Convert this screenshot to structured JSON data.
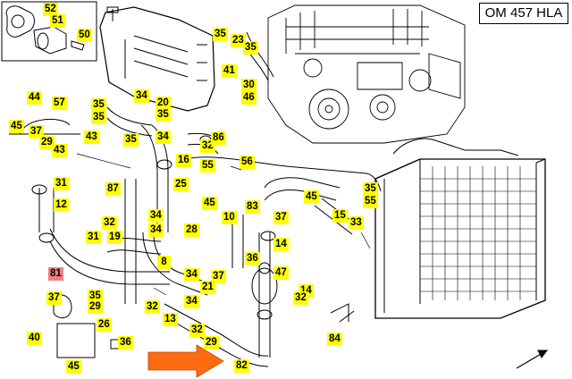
{
  "title": "OM 457 HLA",
  "colors": {
    "label_bg": "#ffff00",
    "label_highlight": "#f08080",
    "arrow": "#ff6a13",
    "line": "#000000"
  },
  "labels": [
    "52",
    "51",
    "50",
    "35",
    "23",
    "35",
    "41",
    "30",
    "46",
    "44",
    "57",
    "35",
    "35",
    "34",
    "20",
    "35",
    "34",
    "45",
    "43",
    "37",
    "29",
    "43",
    "35",
    "32",
    "86",
    "16",
    "55",
    "56",
    "31",
    "87",
    "25",
    "45",
    "10",
    "83",
    "45",
    "37",
    "15",
    "35",
    "55",
    "33",
    "14",
    "36",
    "47",
    "12",
    "32",
    "19",
    "34",
    "34",
    "31",
    "8",
    "28",
    "81",
    "34",
    "37",
    "21",
    "32",
    "34",
    "14",
    "32",
    "37",
    "35",
    "29",
    "26",
    "40",
    "45",
    "36",
    "13",
    "32",
    "29",
    "82",
    "84"
  ],
  "highlighted_label": "81"
}
